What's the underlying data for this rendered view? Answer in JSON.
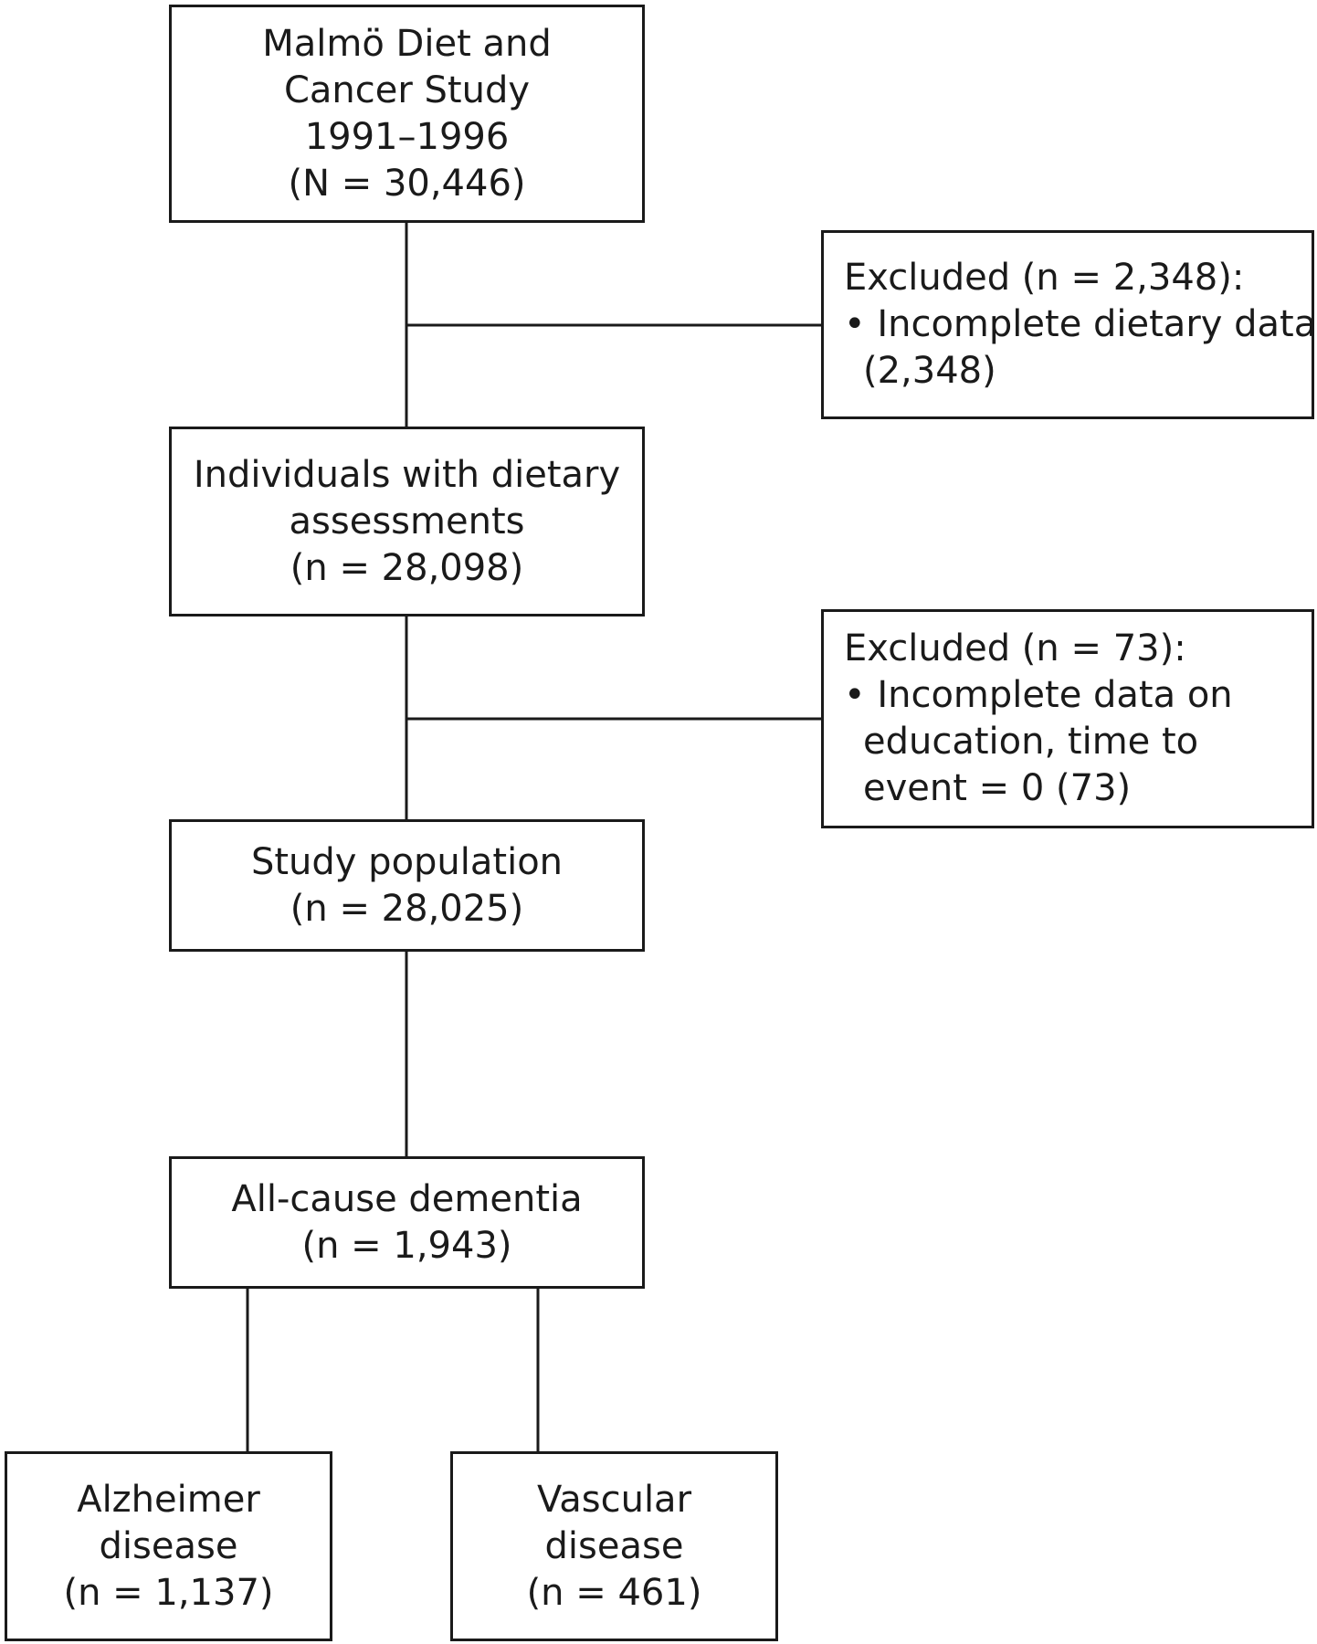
{
  "nodes": {
    "cohort": {
      "lines": [
        "Malmö Diet and",
        "Cancer Study",
        "1991–1996",
        "(N = 30,446)"
      ]
    },
    "dietary": {
      "lines": [
        "Individuals with dietary",
        "assessments",
        "(n = 28,098)"
      ]
    },
    "study": {
      "lines": [
        "Study population",
        "(n = 28,025)"
      ]
    },
    "dementia": {
      "lines": [
        "All-cause dementia",
        "(n = 1,943)"
      ]
    },
    "alzheimer": {
      "lines": [
        "Alzheimer",
        "disease",
        "(n = 1,137)"
      ]
    },
    "vascular": {
      "lines": [
        "Vascular",
        "disease",
        "(n = 461)"
      ]
    }
  },
  "exclusions": {
    "first": {
      "heading": "Excluded (n = 2,348):",
      "bullet": "•",
      "item_lines": [
        "Incomplete dietary data",
        "(2,348)"
      ]
    },
    "second": {
      "heading": "Excluded (n = 73):",
      "bullet": "•",
      "item_lines": [
        "Incomplete data on",
        "education, time to",
        "event = 0 (73)"
      ]
    }
  }
}
